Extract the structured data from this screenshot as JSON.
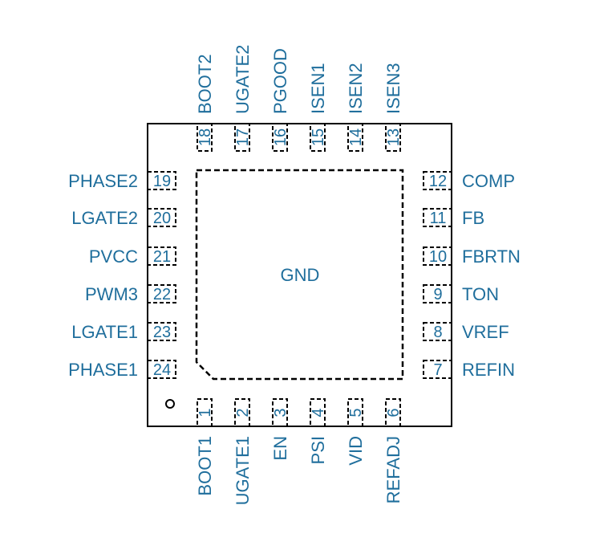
{
  "package": {
    "center_label": "GND",
    "pins": {
      "bottom": [
        {
          "num": "1",
          "name": "BOOT1"
        },
        {
          "num": "2",
          "name": "UGATE1"
        },
        {
          "num": "3",
          "name": "EN"
        },
        {
          "num": "4",
          "name": "PSI"
        },
        {
          "num": "5",
          "name": "VID"
        },
        {
          "num": "6",
          "name": "REFADJ"
        }
      ],
      "right": [
        {
          "num": "7",
          "name": "REFIN"
        },
        {
          "num": "8",
          "name": "VREF"
        },
        {
          "num": "9",
          "name": "TON"
        },
        {
          "num": "10",
          "name": "FBRTN"
        },
        {
          "num": "11",
          "name": "FB"
        },
        {
          "num": "12",
          "name": "COMP"
        }
      ],
      "top": [
        {
          "num": "13",
          "name": "ISEN3"
        },
        {
          "num": "14",
          "name": "ISEN2"
        },
        {
          "num": "15",
          "name": "ISEN1"
        },
        {
          "num": "16",
          "name": "PGOOD"
        },
        {
          "num": "17",
          "name": "UGATE2"
        },
        {
          "num": "18",
          "name": "BOOT2"
        }
      ],
      "left": [
        {
          "num": "19",
          "name": "PHASE2"
        },
        {
          "num": "20",
          "name": "LGATE2"
        },
        {
          "num": "21",
          "name": "PVCC"
        },
        {
          "num": "22",
          "name": "PWM3"
        },
        {
          "num": "23",
          "name": "LGATE1"
        },
        {
          "num": "24",
          "name": "PHASE1"
        }
      ]
    }
  }
}
